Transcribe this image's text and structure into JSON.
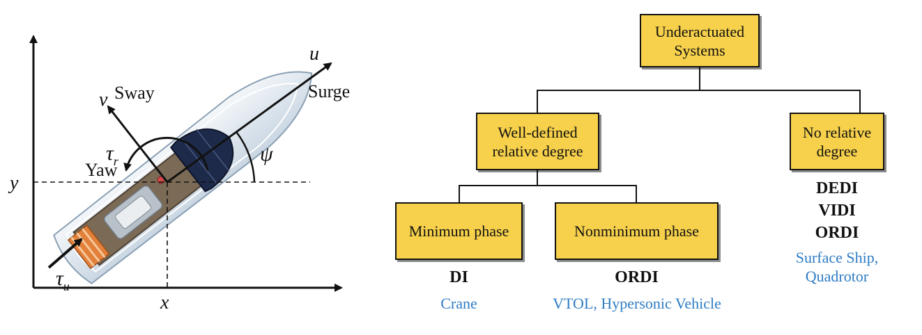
{
  "boat_figure": {
    "axis_x": "x",
    "axis_y": "y",
    "surge_var": "u",
    "surge_label": "Surge",
    "sway_var": "v",
    "sway_label": "Sway",
    "yaw_label": "Yaw",
    "yaw_torque": "τ",
    "yaw_torque_sub": "r",
    "surge_force": "τ",
    "surge_force_sub": "u",
    "heading_angle": "ψ"
  },
  "tree": {
    "root": "Underactuated\nSystems",
    "well_defined": "Well-defined\nrelative degree",
    "no_relative": "No relative\ndegree",
    "minimum_phase": "Minimum phase",
    "nonminimum_phase": "Nonminimum phase"
  },
  "classes": {
    "minimum_phase": [
      "DI"
    ],
    "nonminimum_phase": [
      "ORDI"
    ],
    "no_relative": [
      "DEDI",
      "VIDI",
      "ORDI"
    ]
  },
  "applications": {
    "minimum_phase": "Crane",
    "nonminimum_phase": "VTOL, Hypersonic Vehicle",
    "no_relative": "Surface Ship,\nQuadrotor"
  },
  "colors": {
    "node_fill": "#f7d14b",
    "application_text": "#2e7cc4",
    "lines": "#111111"
  }
}
